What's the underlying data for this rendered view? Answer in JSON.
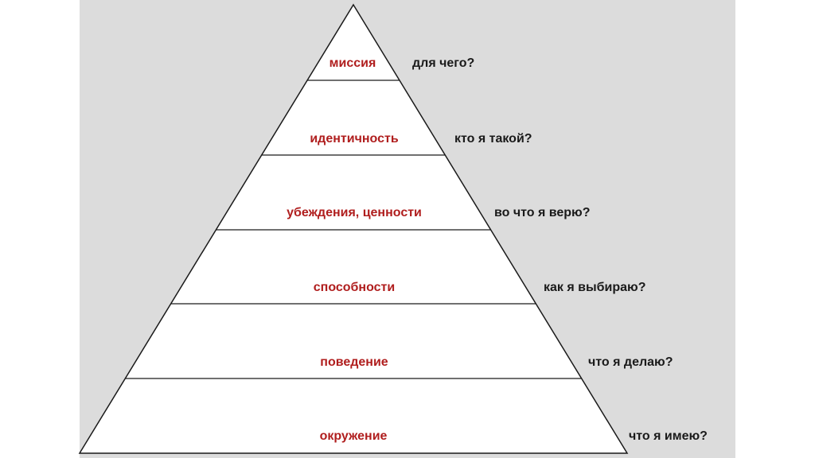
{
  "colors": {
    "frame_background": "#dcdcdc",
    "outer_background": "#ffffff",
    "pyramid_fill": "#ffffff",
    "line": "#1a1a1a",
    "label_color": "#b01e1e",
    "question_color": "#1a1a1a"
  },
  "levels": [
    {
      "label": "миссия",
      "question": "для чего?"
    },
    {
      "label": "идентичность",
      "question": "кто я такой?"
    },
    {
      "label": "убеждения, ценности",
      "question": "во что я верю?"
    },
    {
      "label": "способности",
      "question": "как я выбираю?"
    },
    {
      "label": "поведение",
      "question": "что я делаю?"
    },
    {
      "label": "окружение",
      "question": "что я имею?"
    }
  ]
}
